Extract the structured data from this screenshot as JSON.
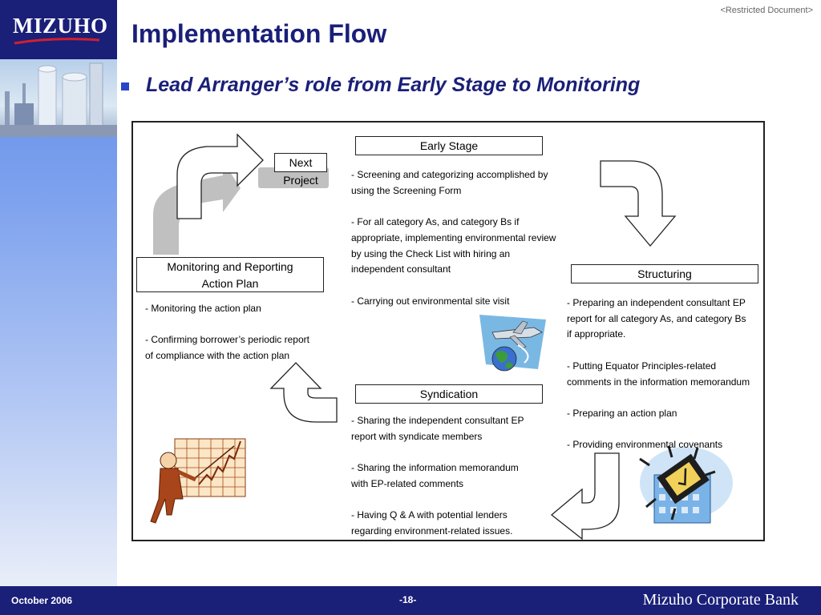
{
  "header": {
    "logo": "MIZUHO",
    "restricted_label": "<Restricted Document>",
    "title": "Implementation Flow",
    "subtitle": "Lead Arranger’s role from Early Stage to Monitoring"
  },
  "diagram": {
    "next_project": "Next Project",
    "early_stage": {
      "label": "Early Stage",
      "notes": "- Screening and categorizing accomplished by\nusing the Screening Form\n\n- For all category As, and category Bs if\nappropriate, implementing environmental review\nby using the Check List with hiring an\nindependent consultant\n\n- Carrying out environmental site visit"
    },
    "structuring": {
      "label": "Structuring",
      "notes": "- Preparing an independent consultant EP\nreport for all category As, and category Bs\nif appropriate.\n\n- Putting Equator Principles-related\ncomments in the information memorandum\n\n- Preparing an action plan\n\n- Providing environmental covenants"
    },
    "syndication": {
      "label": "Syndication",
      "notes": "- Sharing the independent consultant EP\nreport with syndicate members\n\n- Sharing the information memorandum\nwith EP-related comments\n\n- Having Q & A with potential lenders\nregarding environment-related issues."
    },
    "monitoring": {
      "label": "Monitoring and Reporting\nAction Plan",
      "notes": "- Monitoring the action plan\n\n- Confirming borrower’s periodic report\nof compliance with the action plan"
    },
    "icons": [
      "airplane-globe-icon",
      "presenter-chart-icon",
      "building-document-icon"
    ]
  },
  "footer": {
    "date": "October 2006",
    "page": "-18-",
    "brand": "Mizuho Corporate Bank"
  },
  "colors": {
    "navy": "#1a1f78",
    "side_blue": "#5a86e6",
    "bullet": "#2a46c8",
    "arrow_gray": "#c0c0c0"
  }
}
